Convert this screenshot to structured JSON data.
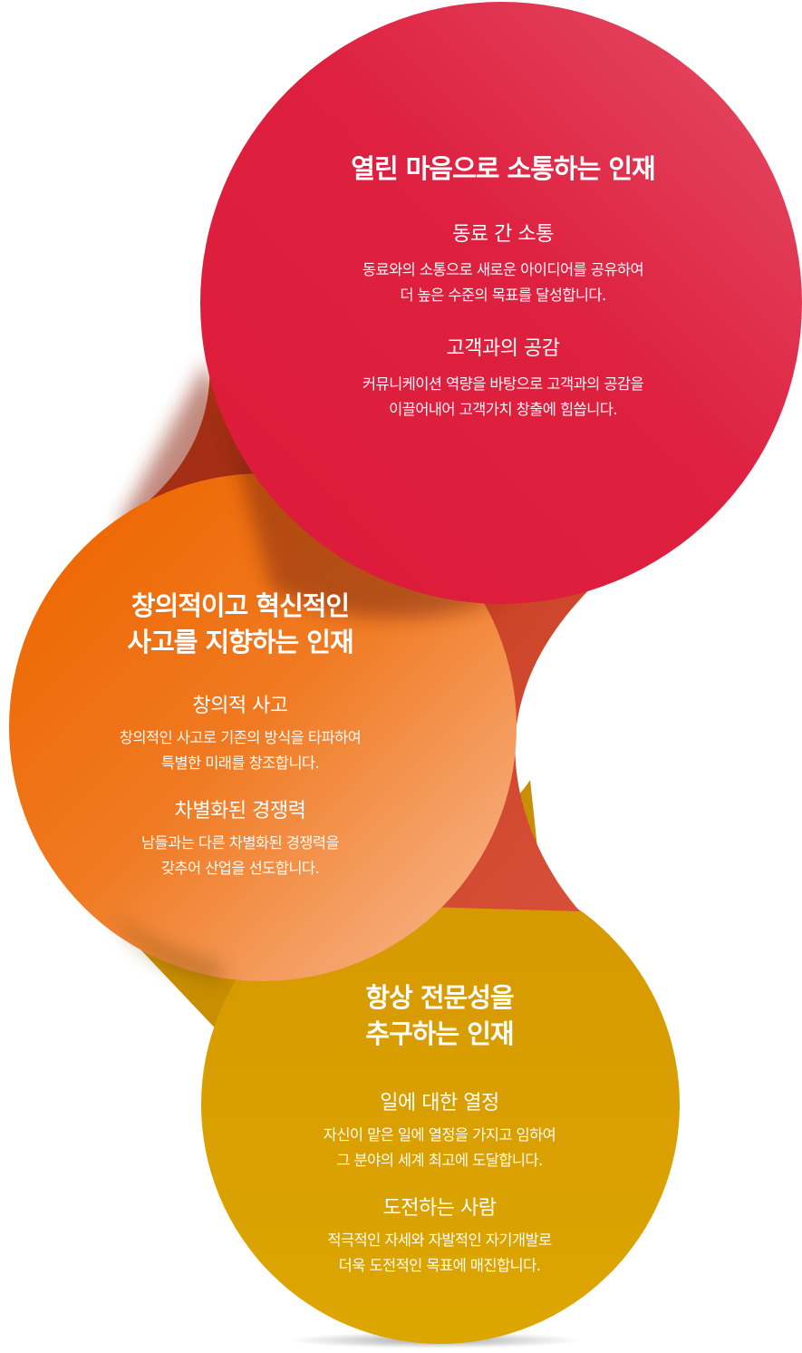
{
  "colors": {
    "red": "#dd1f3d",
    "red_light": "#e4485f",
    "orange": "#ee6c0a",
    "orange_light": "#f6a46e",
    "gold": "#d9a300",
    "gold_dark": "#c4860a"
  },
  "sections": [
    {
      "title": "열린 마음으로 소통하는 인재",
      "items": [
        {
          "subtitle": "동료 간 소통",
          "description": "동료와의 소통으로 새로운 아이디어를 공유하여\n더 높은 수준의 목표를 달성합니다."
        },
        {
          "subtitle": "고객과의 공감",
          "description": "커뮤니케이션 역량을 바탕으로 고객과의 공감을\n이끌어내어 고객가치 창출에 힘씁니다."
        }
      ]
    },
    {
      "title": "창의적이고 혁신적인\n사고를 지향하는 인재",
      "items": [
        {
          "subtitle": "창의적 사고",
          "description": "창의적인 사고로 기존의 방식을 타파하여\n특별한 미래를 창조합니다."
        },
        {
          "subtitle": "차별화된 경쟁력",
          "description": "남들과는 다른 차별화된 경쟁력을\n갖추어 산업을 선도합니다."
        }
      ]
    },
    {
      "title": "항상 전문성을\n추구하는 인재",
      "items": [
        {
          "subtitle": "일에 대한 열정",
          "description": "자신이 맡은 일에 열정을 가지고 임하여\n그 분야의 세계 최고에 도달합니다."
        },
        {
          "subtitle": "도전하는 사람",
          "description": "적극적인 자세와 자발적인 자기개발로\n더욱 도전적인 목표에 매진합니다."
        }
      ]
    }
  ]
}
